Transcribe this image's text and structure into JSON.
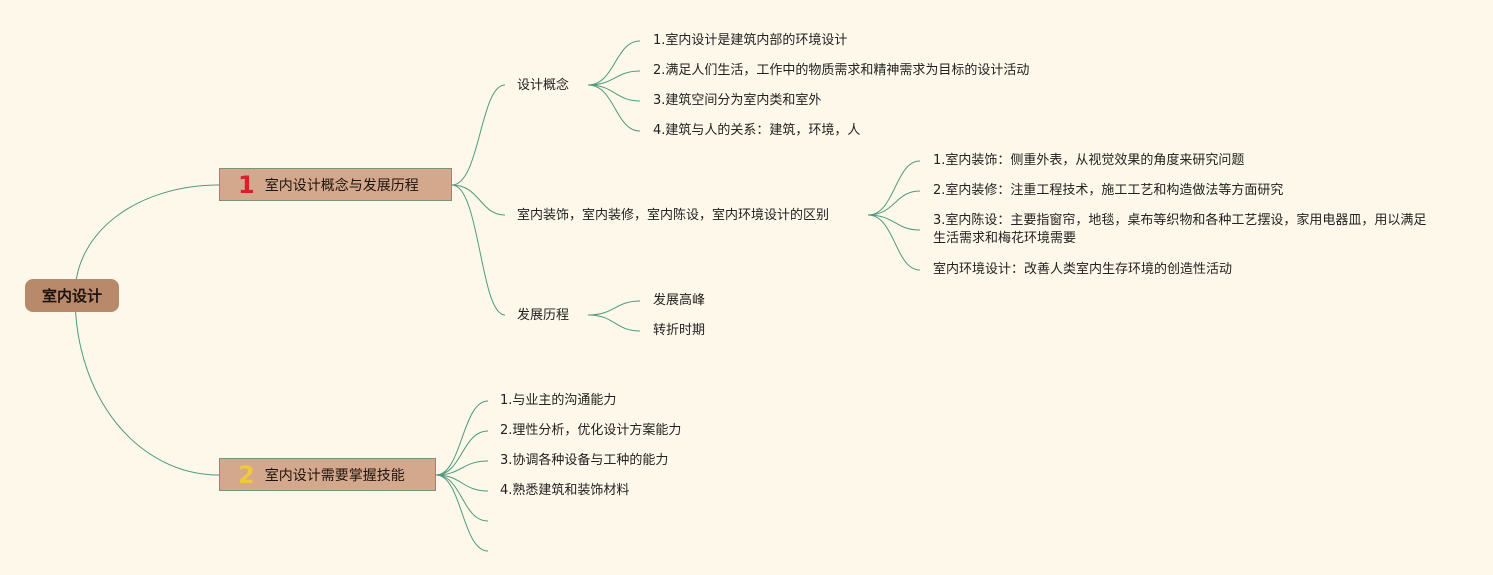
{
  "root": {
    "label": "室内设计"
  },
  "branches": [
    {
      "number": "1",
      "number_color": "#d6202e",
      "label": "室内设计概念与发展历程",
      "children": [
        {
          "label": "设计概念",
          "children": [
            "1.室内设计是建筑内部的环境设计",
            "2.满足人们生活，工作中的物质需求和精神需求为目标的设计活动",
            "3.建筑空间分为室内类和室外",
            "4.建筑与人的关系：建筑，环境，人"
          ]
        },
        {
          "label": "室内装饰，室内装修，室内陈设，室内环境设计的区别",
          "children": [
            "1.室内装饰：侧重外表，从视觉效果的角度来研究问题",
            "2.室内装修：注重工程技术，施工工艺和构造做法等方面研究",
            "3.室内陈设：主要指窗帘，地毯，桌布等织物和各种工艺摆设，家用电器皿，用以满足生活需求和梅花环境需要",
            "室内环境设计：改善人类室内生存环境的创造性活动"
          ]
        },
        {
          "label": "发展历程",
          "children": [
            "发展高峰",
            "转折时期"
          ]
        }
      ]
    },
    {
      "number": "2",
      "number_color": "#f0c83c",
      "label": "室内设计需要掌握技能",
      "children": [
        "1.与业主的沟通能力",
        "2.理性分析，优化设计方案能力",
        "3.协调各种设备与工种的能力",
        "4.熟悉建筑和装饰材料",
        "",
        ""
      ]
    }
  ]
}
